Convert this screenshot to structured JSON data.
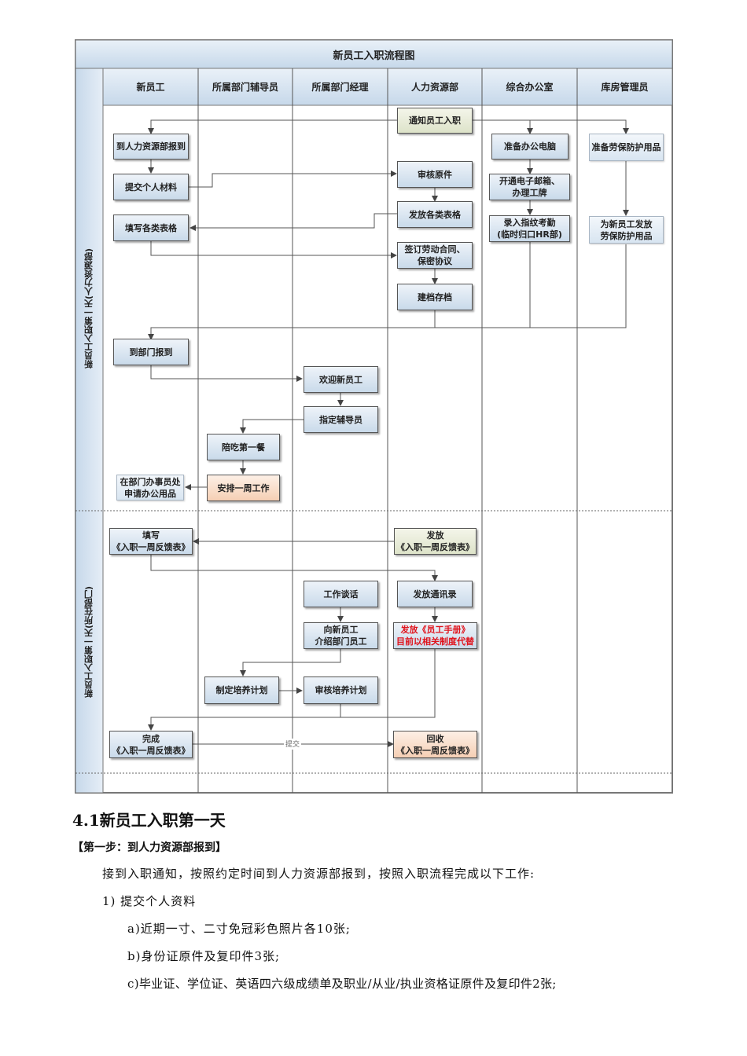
{
  "flowchart": {
    "title": "新员工入职流程图",
    "columns": [
      "新员工",
      "所属部门辅导员",
      "所属部门经理",
      "人力资源部",
      "综合办公室",
      "库房管理员"
    ],
    "lanes": [
      "新员工入职第一天(人力资源部)",
      "新员工入职第一天(所在部门)"
    ],
    "boxes": {
      "notify": "通知员工入职",
      "report_hr": "到人力资源部报到",
      "prepare_pc": "准备办公电脑",
      "prepare_ppe": "准备劳保防护用品",
      "submit_materials": "提交个人材料",
      "review_originals": "审核原件",
      "email_badge": "开通电子邮箱、\n办理工牌",
      "fill_forms": "填写各类表格",
      "issue_forms": "发放各类表格",
      "fingerprint": "录入指纹考勤\n(临时归口HR部)",
      "issue_ppe": "为新员工发放\n劳保防护用品",
      "sign_contract": "签订劳动合同、\n保密协议",
      "archive": "建档存档",
      "report_dept": "到部门报到",
      "welcome": "欢迎新员工",
      "assign_mentor": "指定辅导员",
      "lunch": "陪吃第一餐",
      "office_supplies": "在部门办事员处\n申请办公用品",
      "arrange_week": "安排一周工作",
      "fill_feedback": "填写\n《入职一周反馈表》",
      "issue_feedback": "发放\n《入职一周反馈表》",
      "work_talk": "工作谈话",
      "issue_directory": "发放通讯录",
      "introduce_staff": "向新员工\n介绍部门员工",
      "issue_handbook": "发放《员工手册》\n目前以相关制度代替",
      "make_plan": "制定培养计划",
      "review_plan": "审核培养计划",
      "complete_feedback": "完成\n《入职一周反馈表》",
      "collect_feedback": "回收\n《入职一周反馈表》"
    },
    "edge_labels": {
      "submit": "提交"
    },
    "colors": {
      "header_fill": "#d5e3f0",
      "box_blue": "#c9daea",
      "box_green": "#dde3c9",
      "box_orange": "#f5cfb4",
      "alert_text": "#e0121b"
    }
  },
  "document": {
    "section_heading": "4.1新员工入职第一天",
    "step_heading": "【第一步：到人力资源部报到】",
    "intro": "接到入职通知，按照约定时间到人力资源部报到，按照入职流程完成以下工作:",
    "list_item_1": "1)   提交个人资料",
    "sub_items": [
      "a)近期一寸、二寸免冠彩色照片各10张;",
      "b)身份证原件及复印件3张;",
      "c)毕业证、学位证、英语四六级成绩单及职业/从业/执业资格证原件及复印件2张;"
    ]
  }
}
